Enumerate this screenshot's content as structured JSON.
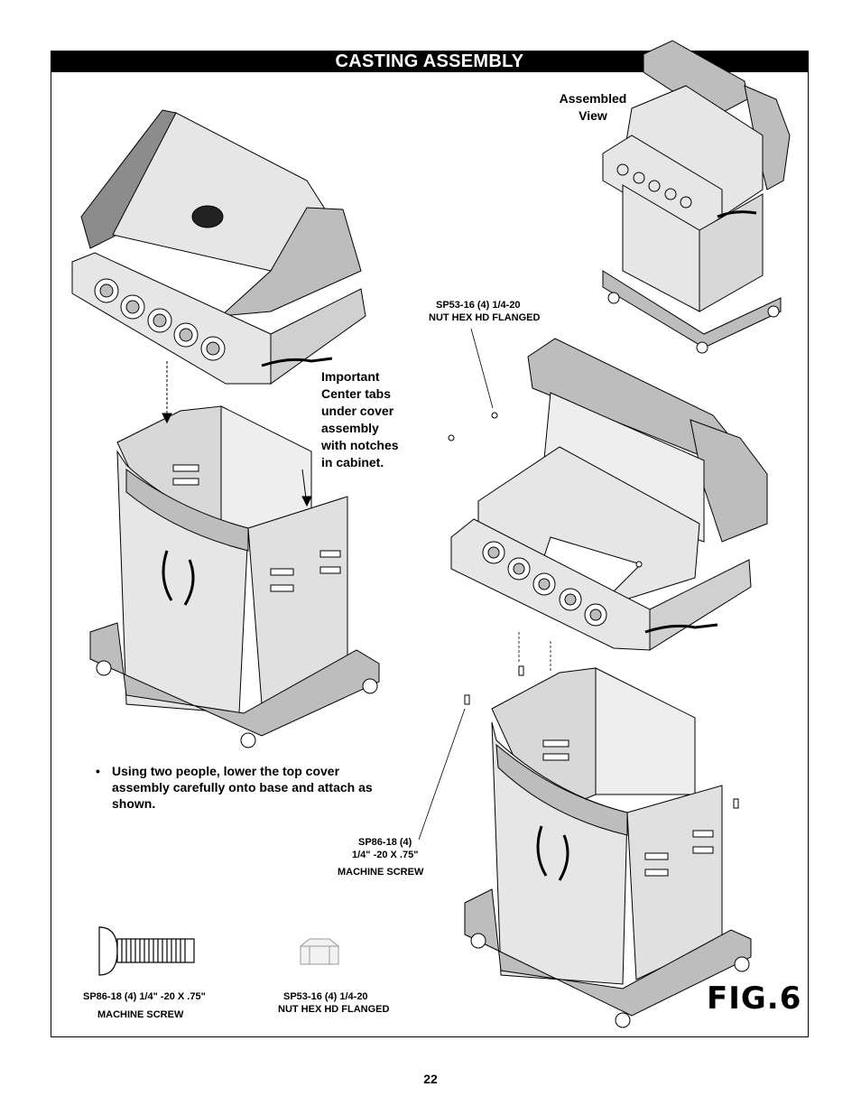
{
  "header": {
    "title": "CASTING ASSEMBLY"
  },
  "labels": {
    "assembled_view": "Assembled\nView",
    "nut_callout_line1": "SP53-16  (4)  1/4-20",
    "nut_callout_line2": "NUT HEX HD FLANGED",
    "important_note": "Important\nCenter tabs\nunder cover\nassembly\nwith notches\nin cabinet.",
    "screw_callout_line1": "SP86-18  (4)",
    "screw_callout_line2": "1/4\" -20 X .75\"",
    "screw_callout_line3": "MACHINE SCREW",
    "parts": [
      {
        "line1": "SP86-18  (4) 1/4\" -20 X .75\"",
        "line2": "MACHINE SCREW"
      },
      {
        "line1": "SP53-16  (4)  1/4-20",
        "line2": "NUT HEX HD FLANGED"
      }
    ]
  },
  "instructions": [
    "Using two people, lower the top cover assembly carefully onto base and attach as shown."
  ],
  "bullet_symbol": "•",
  "figure_label": "FIG.6",
  "page_number": "22",
  "colors": {
    "line": "#000000",
    "fill_light": "#e6e6e6",
    "fill_mid": "#bdbdbd",
    "fill_dark": "#8c8c8c"
  }
}
